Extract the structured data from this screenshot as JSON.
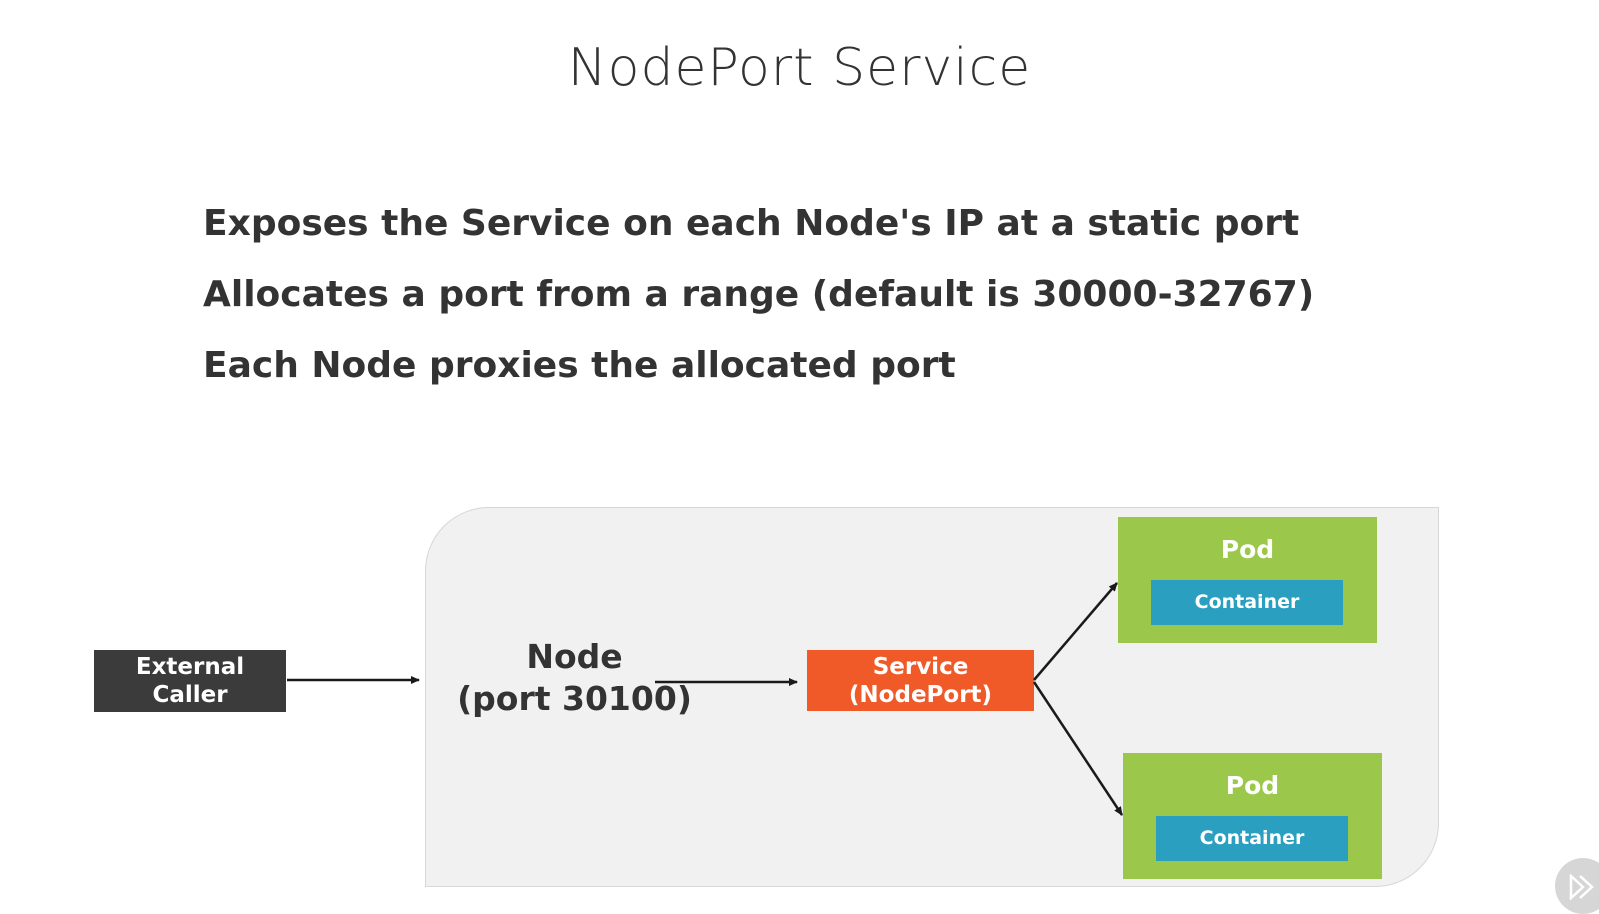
{
  "slide": {
    "title": "NodePort Service",
    "bullets": [
      "Exposes the Service on each Node's IP at a static port",
      "Allocates a port from a range (default is 30000-32767)",
      "Each Node proxies the allocated port"
    ]
  },
  "diagram": {
    "external_caller": {
      "line1": "External",
      "line2": "Caller"
    },
    "node": {
      "line1": "Node",
      "line2": "(port 30100)"
    },
    "service": {
      "line1": "Service",
      "line2": "(NodePort)"
    },
    "pods": [
      {
        "label": "Pod",
        "container": "Container"
      },
      {
        "label": "Pod",
        "container": "Container"
      }
    ]
  },
  "icons": {
    "player_badge": "play-icon"
  },
  "colors": {
    "external_caller": "#3b3b3b",
    "service": "#f05a28",
    "pod": "#9bc74a",
    "container": "#2a9fc0",
    "node_panel": "#f1f1f1",
    "text": "#333333"
  }
}
